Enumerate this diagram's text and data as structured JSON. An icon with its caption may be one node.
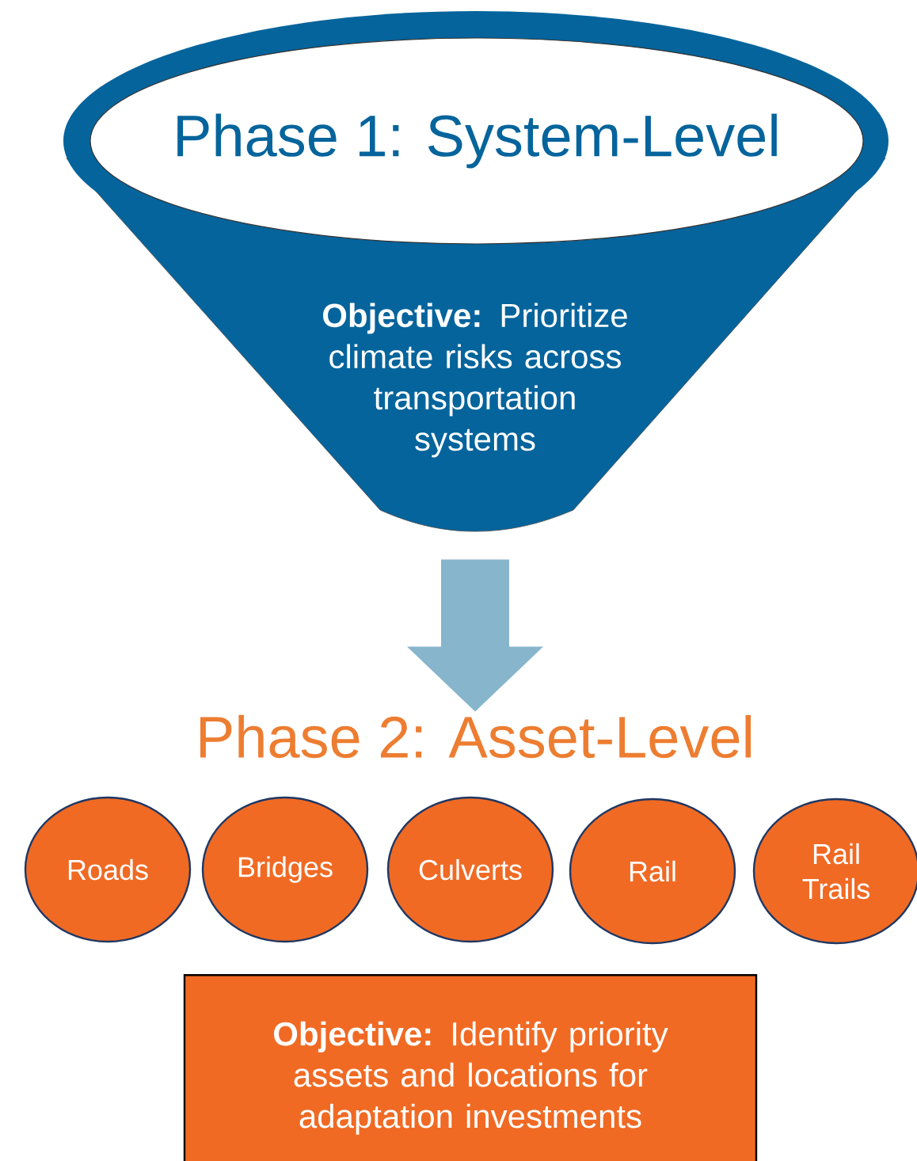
{
  "diagram": {
    "nodes": [
      {
        "text": [
          "Phase 1: System-Level",
          "**Objective:** Prioritize climate risks across transportation systems"
        ]
      },
      {
        "text": [
          "Phase 2: Asset-Level"
        ]
      },
      {
        "text": [
          "Roads"
        ]
      },
      {
        "text": [
          "Bridges"
        ]
      },
      {
        "text": [
          "Culverts"
        ]
      },
      {
        "text": [
          "Rail"
        ]
      },
      {
        "text": [
          "Rail Trails"
        ]
      },
      {
        "text": [
          "**Objective:** Identify priority assets and locations for adaptation investments"
        ]
      }
    ],
    "edges": [
      {
        "from": 0,
        "to": 1,
        "arrow": "to",
        "style": "thick"
      }
    ]
  }
}
